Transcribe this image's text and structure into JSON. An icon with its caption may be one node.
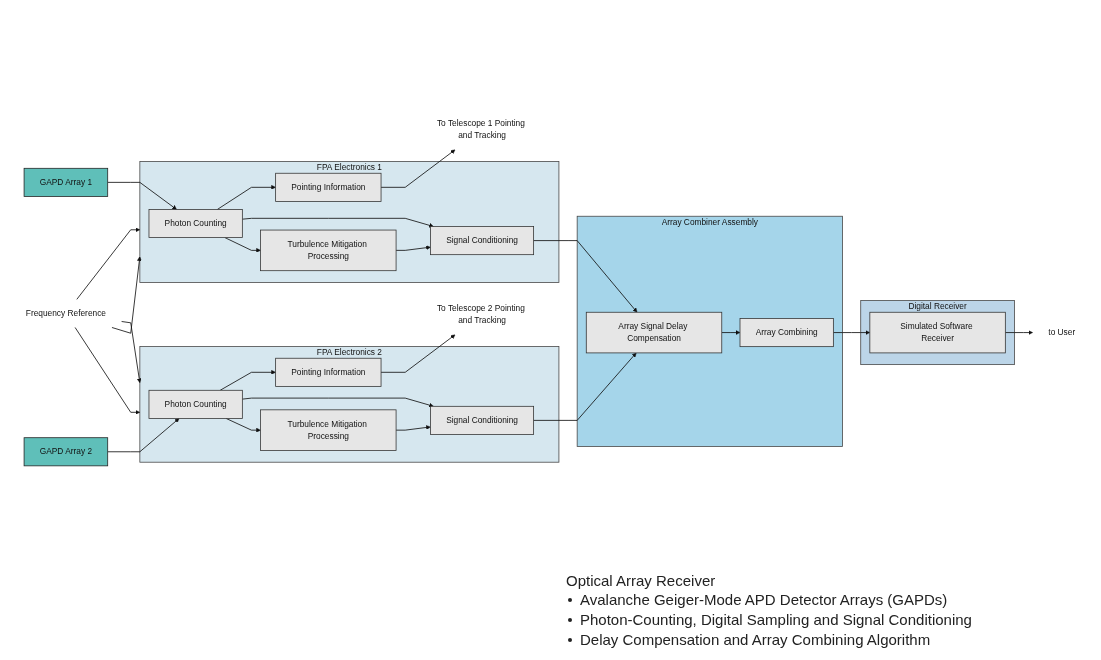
{
  "diagram": {
    "nodes": [
      {
        "text": [
          "GAPD Array 1"
        ]
      },
      {
        "text": [
          "FPA Electronics 1"
        ]
      },
      {
        "text": [
          "Photon Counting"
        ],
        "in": 1
      },
      {
        "text": [
          "Pointing Information"
        ],
        "in": 1
      },
      {
        "text": [
          "Signal Conditioning"
        ],
        "in": 1
      },
      {
        "text": [
          "Turbulence Mitigation Processing"
        ],
        "in": 1
      },
      {
        "text": [
          "To Telescope 1 Pointing and Tracking"
        ]
      },
      {
        "text": [
          "Array Combiner Assembly"
        ]
      },
      {
        "text": [
          "Array Signal Delay Compensation"
        ],
        "in": 7
      },
      {
        "text": [
          "Array Combining"
        ],
        "in": 7
      },
      {
        "text": [
          "Digital Receiver"
        ]
      },
      {
        "text": [
          "Simulated Software Receiver"
        ],
        "in": 10
      },
      {
        "text": [
          "to User"
        ]
      },
      {
        "text": [
          "Frequency Reference"
        ]
      },
      {
        "text": [
          "GAPD Array 2"
        ]
      },
      {
        "text": [
          "FPA Electronics 2"
        ]
      },
      {
        "text": [
          "Photon Counting"
        ],
        "in": 15
      },
      {
        "text": [
          "Pointing Information"
        ],
        "in": 15
      },
      {
        "text": [
          "Signal Conditioning"
        ],
        "in": 15
      },
      {
        "text": [
          "Turbulence Mitigation Processing"
        ],
        "in": 15
      },
      {
        "text": [
          "To Telescope 2 Pointing and Tracking"
        ]
      }
    ],
    "edges": [
      {
        "from": 0,
        "to": 2,
        "arrow": "to"
      },
      {
        "from": 2,
        "to": 3,
        "arrow": "to"
      },
      {
        "from": 2,
        "to": 4,
        "arrow": "to"
      },
      {
        "from": 2,
        "to": 5,
        "arrow": "to"
      },
      {
        "from": 5,
        "to": 4,
        "arrow": "to"
      },
      {
        "from": 3,
        "to": 6,
        "arrow": "to"
      },
      {
        "from": 4,
        "to": 8,
        "arrow": "to"
      },
      {
        "from": 18,
        "to": 8,
        "arrow": "to"
      },
      {
        "from": 8,
        "to": 9,
        "arrow": "to"
      },
      {
        "from": 9,
        "to": 11,
        "arrow": "to"
      },
      {
        "from": 11,
        "to": 12,
        "arrow": "to"
      },
      {
        "from": 13,
        "to": 1,
        "arrow": "to"
      },
      {
        "from": 13,
        "to": 15,
        "arrow": "to"
      },
      {
        "from": 13,
        "to": 1,
        "arrow": "to"
      },
      {
        "from": 13,
        "to": 15,
        "arrow": "to"
      },
      {
        "from": 14,
        "to": 16,
        "arrow": "to"
      },
      {
        "from": 16,
        "to": 17,
        "arrow": "to"
      },
      {
        "from": 16,
        "to": 18,
        "arrow": "to"
      },
      {
        "from": 16,
        "to": 19,
        "arrow": "to"
      },
      {
        "from": 19,
        "to": 18,
        "arrow": "to"
      },
      {
        "from": 17,
        "to": 20,
        "arrow": "to"
      }
    ],
    "labels": [
      "Optical Array Receiver",
      "Avalanche Geiger-Mode APD Detector Arrays (GAPDs)",
      "Photon-Counting, Digital Sampling and Signal Conditioning",
      "Delay Compensation and Array Combining Algorithm"
    ]
  }
}
